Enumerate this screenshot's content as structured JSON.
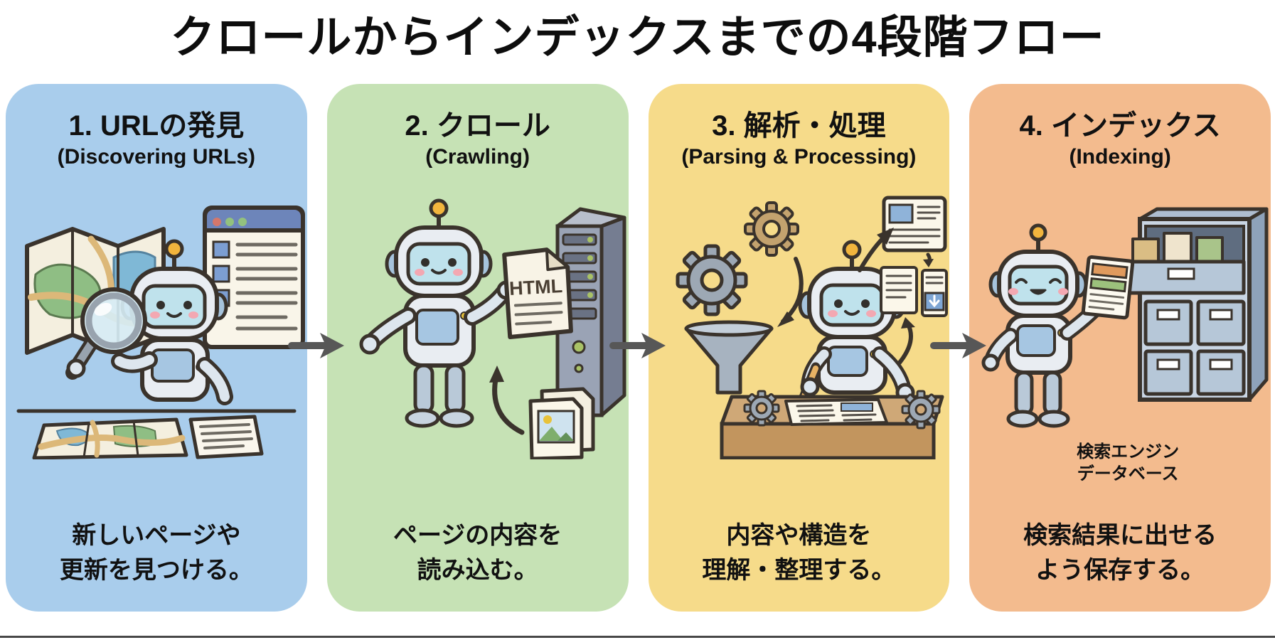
{
  "title": "クロールからインデックスまでの4段階フロー",
  "colors": {
    "stage1_bg": "#a9cdec",
    "stage2_bg": "#c6e2b5",
    "stage3_bg": "#f6db8a",
    "stage4_bg": "#f3bb8e",
    "arrow": "#575757",
    "text": "#111111"
  },
  "stages": [
    {
      "heading": "1. URLの発見",
      "subheading": "(Discovering URLs)",
      "caption": "新しいページや\n更新を見つける。",
      "illustration": "robot-with-magnifying-glass-maps-and-browser"
    },
    {
      "heading": "2. クロール",
      "subheading": "(Crawling)",
      "caption": "ページの内容を\n読み込む。",
      "doc_label": "HTML",
      "illustration": "robot-fetching-html-page-from-server"
    },
    {
      "heading": "3. 解析・処理",
      "subheading": "(Parsing & Processing)",
      "caption": "内容や構造を\n理解・整理する。",
      "illustration": "robot-at-desk-with-gears-funnel-and-documents"
    },
    {
      "heading": "4. インデックス",
      "subheading": "(Indexing)",
      "caption": "検索結果に出せる\nよう保存する。",
      "cabinet_label": "検索エンジン\nデータベース",
      "illustration": "robot-filing-page-into-database-cabinet"
    }
  ]
}
